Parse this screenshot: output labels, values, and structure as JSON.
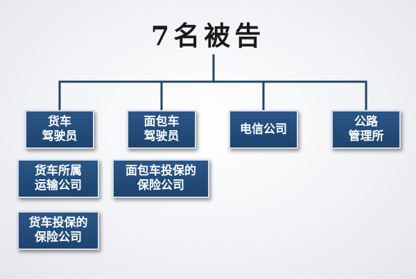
{
  "diagram": {
    "root": "7名被告",
    "defendants": [
      {
        "label": "货车\n驾驶员"
      },
      {
        "label": "面包车\n驾驶员"
      },
      {
        "label": "电信公司"
      },
      {
        "label": "公路\n管理所"
      }
    ],
    "related": [
      {
        "label": "货车所属\n运输公司"
      },
      {
        "label": "面包车投保的\n保险公司"
      },
      {
        "label": "货车投保的\n保险公司"
      }
    ],
    "colors": {
      "node_fill": "#234d7c",
      "node_border": "#d9dde4",
      "connector": "#1d446f",
      "title": "#1b1b1b"
    }
  }
}
